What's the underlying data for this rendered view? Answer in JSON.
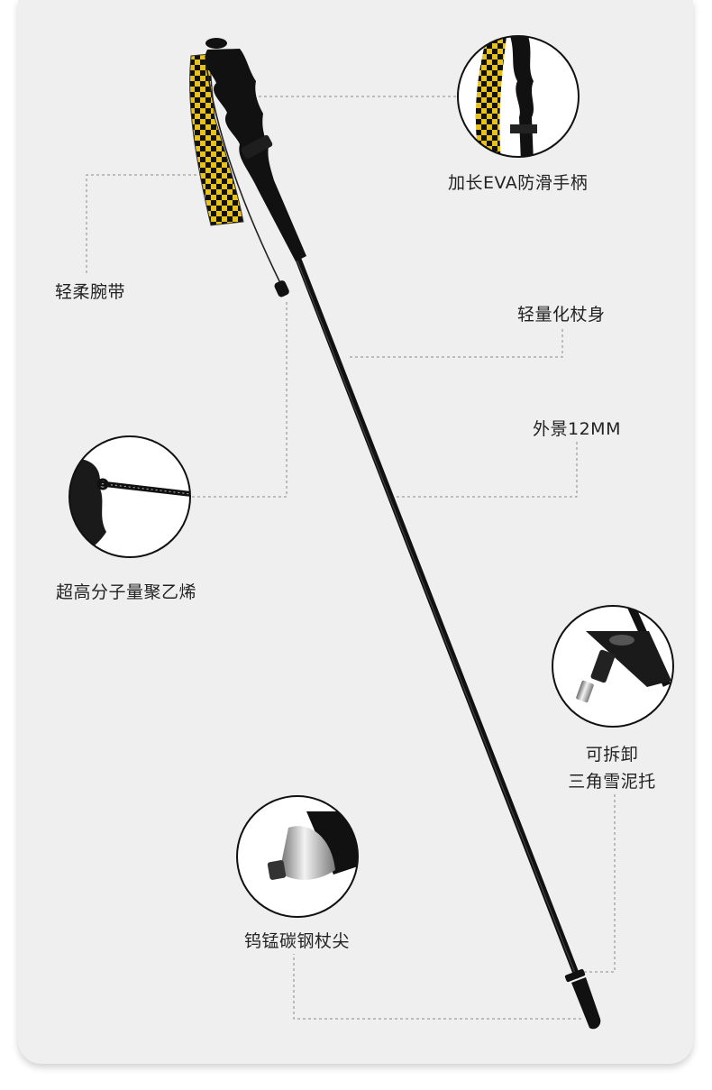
{
  "features": {
    "grip": "加长EVA防滑手柄",
    "strap": "轻柔腕带",
    "shaft": "轻量化杖身",
    "diameter": "外景12MM",
    "cord": "超高分子量聚乙烯",
    "basket_line1": "可拆卸",
    "basket_line2": "三角雪泥托",
    "tip": "钨锰碳钢杖尖"
  },
  "colors": {
    "background": "#efefef",
    "pole": "#111111",
    "strap_yellow": "#e8c21a",
    "leader_line": "#8a8a8a",
    "text": "#222222"
  }
}
